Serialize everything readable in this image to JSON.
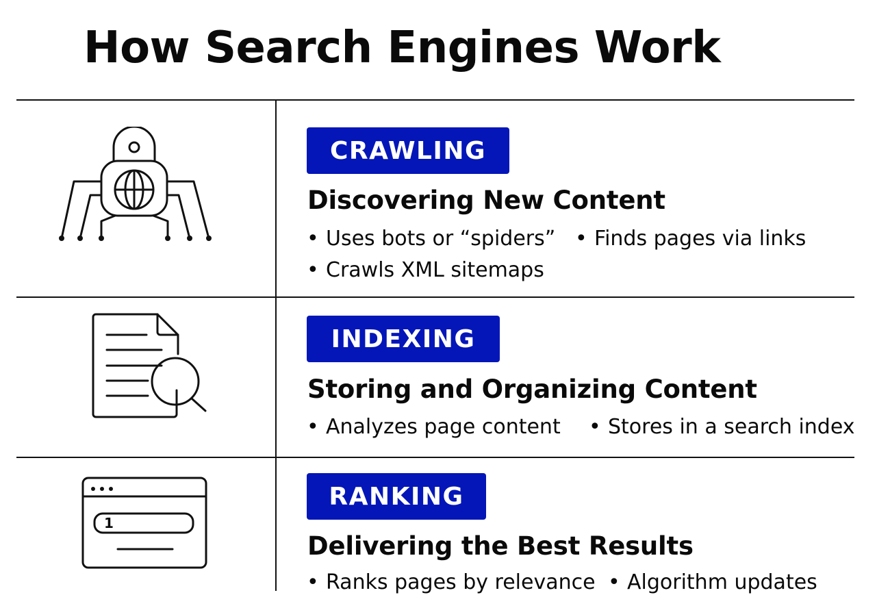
{
  "title": "How Search Engines Work",
  "colors": {
    "accent": "#0416b8",
    "text": "#0a0a0a",
    "rule": "#111111"
  },
  "bullet_glyph": "•",
  "rows": [
    {
      "icon": "spider-globe-icon",
      "badge": "CRAWLING",
      "heading": "Discovering New Content",
      "bullets": [
        "Uses bots or “spiders”",
        "Finds pages via links",
        "Crawls XML sitemaps"
      ]
    },
    {
      "icon": "document-magnifier-icon",
      "badge": "INDEXING",
      "heading": "Storing and Organizing Content",
      "bullets": [
        "Analyzes page content",
        "Stores in a search index"
      ]
    },
    {
      "icon": "browser-results-icon",
      "icon_text": "1",
      "badge": "RANKING",
      "heading": "Delivering the Best Results",
      "bullets": [
        "Ranks pages by relevance",
        "Algorithm updates"
      ]
    }
  ]
}
